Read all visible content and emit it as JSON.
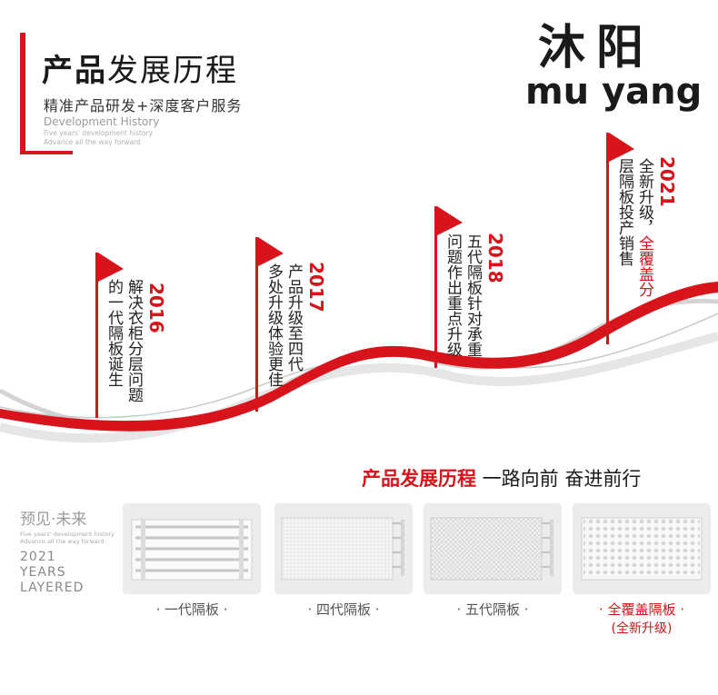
{
  "header": {
    "title_bold": "产品",
    "title_light": "发展历程",
    "subtitle": "精准产品研发+深度客户服务",
    "en_heading": "Development History",
    "en_line1": "Five years' development history",
    "en_line2": "Advance all the way forward"
  },
  "brand": {
    "cn": "沐阳",
    "en": "mu yang"
  },
  "timeline": [
    {
      "year": "2016",
      "cols": [
        "解决衣柜分层问题",
        "的一代隔板诞生"
      ]
    },
    {
      "year": "2017",
      "cols": [
        "产品升级至四代",
        "多处升级体验更佳"
      ]
    },
    {
      "year": "2018",
      "cols": [
        "五代隔板针对承重",
        "问题作出重点升级"
      ]
    },
    {
      "year": "2021",
      "cols": [
        "全新升级，",
        "层隔板投产销售"
      ],
      "highlight": "全覆盖分"
    }
  ],
  "slogan": {
    "red": "产品发展历程",
    "rest": " 一路向前 奋进前行"
  },
  "left_block": {
    "cn": "预见·未来",
    "en1": "Five years' development history",
    "en2": "Advance all the way forward",
    "line1": "2021",
    "line2": "YEARS",
    "line3": "LAYERED"
  },
  "products": [
    {
      "label": "· 一代隔板 ·",
      "style": "rails"
    },
    {
      "label": "· 四代隔板 ·",
      "style": "fine-dots"
    },
    {
      "label": "· 五代隔板 ·",
      "style": "mesh"
    },
    {
      "label": "· 全覆盖隔板 ·",
      "sub": "(全新升级)",
      "style": "holes"
    }
  ],
  "colors": {
    "accent": "#d7131b",
    "text": "#1a1a1a",
    "muted": "#9a9a9a",
    "card_bg": "#ececec"
  }
}
